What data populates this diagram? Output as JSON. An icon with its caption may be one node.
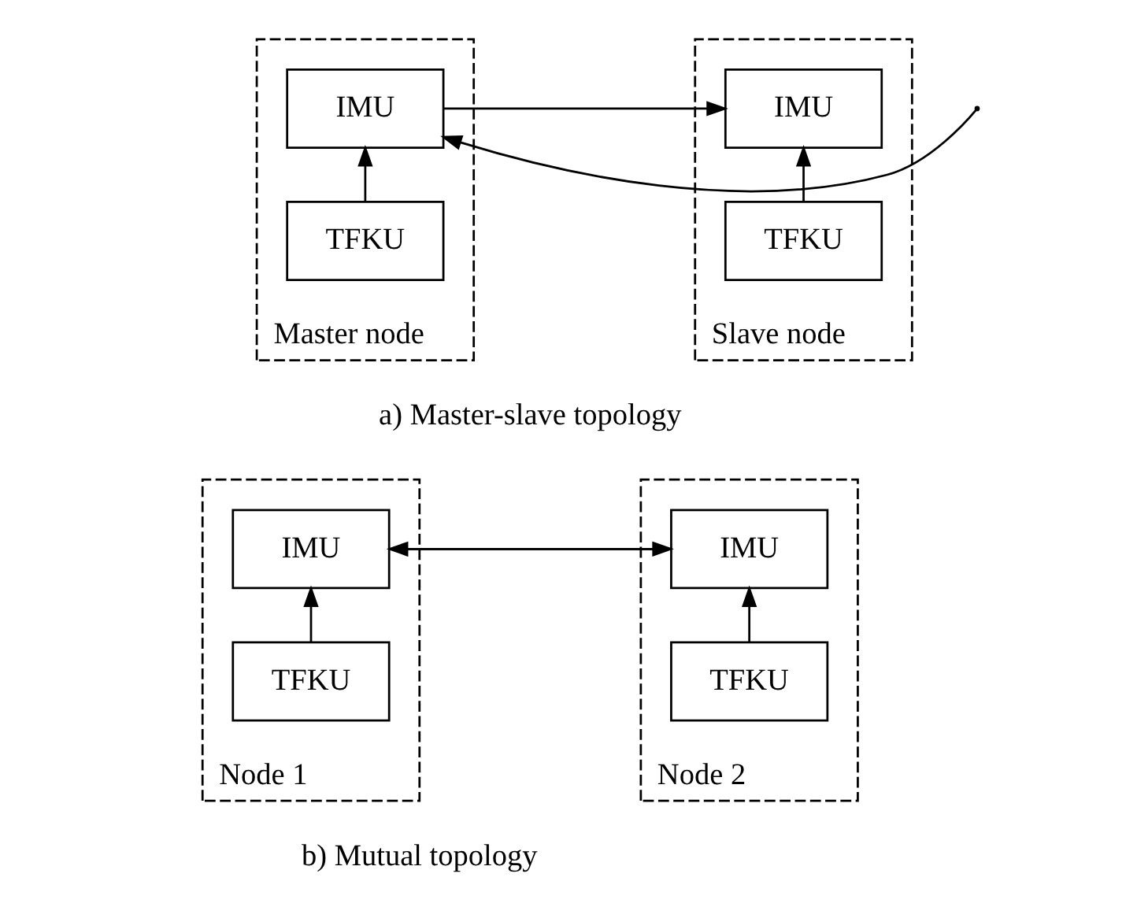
{
  "diagram": {
    "nodes": [
      {
        "text": [
          "Master node"
        ]
      },
      {
        "text": [
          "IMU"
        ],
        "in": 0
      },
      {
        "text": [
          "TFKU"
        ],
        "in": 0
      },
      {
        "text": [
          "Slave node"
        ]
      },
      {
        "text": [
          "IMU"
        ],
        "in": 3
      },
      {
        "text": [
          "TFKU"
        ],
        "in": 3
      },
      {
        "text": [
          "Node 1"
        ]
      },
      {
        "text": [
          "IMU"
        ],
        "in": 6
      },
      {
        "text": [
          "TFKU"
        ],
        "in": 6
      },
      {
        "text": [
          "Node 2"
        ]
      },
      {
        "text": [
          "IMU"
        ],
        "in": 9
      },
      {
        "text": [
          "TFKU"
        ],
        "in": 9
      }
    ],
    "edges": [
      {
        "from": 2,
        "to": 1,
        "arrow": "to"
      },
      {
        "from": 5,
        "to": 4,
        "arrow": "to"
      },
      {
        "from": 1,
        "to": 4,
        "arrow": "to"
      },
      {
        "from": null,
        "to": 1,
        "arrow": "to"
      },
      {
        "from": 8,
        "to": 7,
        "arrow": "to"
      },
      {
        "from": 11,
        "to": 10,
        "arrow": "to"
      },
      {
        "from": 7,
        "to": 10,
        "arrow": "to"
      },
      {
        "from": 10,
        "to": 7,
        "arrow": "to"
      }
    ],
    "labels": [
      "a) Master-slave topology",
      "b) Mutual topology"
    ]
  }
}
